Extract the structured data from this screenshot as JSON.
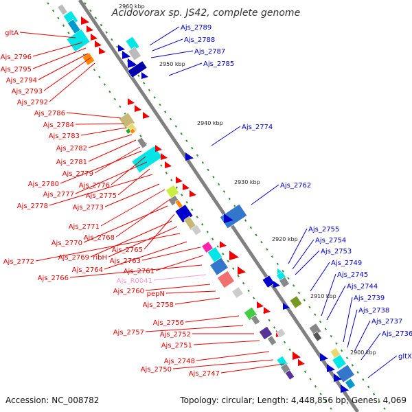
{
  "title": "Acidovorax sp. JS42, complete genome",
  "footer": {
    "accession": "Accession: NC_008782",
    "summary": "Topology: circular; Length: 4,448,856 bp; Genes: 4,069"
  },
  "colors": {
    "left_label": "#e60000",
    "right_label": "#0000cc",
    "rna_label": "#ff99cc",
    "backbone": "#808080",
    "tick": "#2e8b2e"
  },
  "scale_labels": [
    "2960 kbp",
    "2950 kbp",
    "2940 kbp",
    "2930 kbp",
    "2920 kbp",
    "2910 kbp",
    "2900 kbp"
  ],
  "left_labels": [
    "gltA",
    "Ajs_2796",
    "Ajs_2795",
    "Ajs_2794",
    "Ajs_2793",
    "Ajs_2792",
    "Ajs_2786",
    "Ajs_2784",
    "Ajs_2783",
    "Ajs_2782",
    "Ajs_2781",
    "Ajs_2779",
    "Ajs_2780",
    "Ajs_2776",
    "Ajs_2777",
    "Ajs_2775",
    "Ajs_2778",
    "Ajs_2773",
    "Ajs_2771",
    "Ajs_2768",
    "Ajs_2770",
    "Ajs_2765",
    "Ajs_2769",
    "ribH",
    "Ajs_2772",
    "Ajs_2764",
    "Ajs_2763",
    "Ajs_2761",
    "Ajs_2766",
    "Ajs_R0041",
    "Ajs_2760",
    "pepN",
    "Ajs_2758",
    "Ajs_2756",
    "Ajs_2757",
    "Ajs_2752",
    "Ajs_2751",
    "Ajs_2748",
    "Ajs_2750",
    "Ajs_2747"
  ],
  "right_labels": [
    "Ajs_2789",
    "Ajs_2788",
    "Ajs_2787",
    "Ajs_2785",
    "Ajs_2774",
    "Ajs_2762",
    "Ajs_2755",
    "Ajs_2754",
    "Ajs_2753",
    "Ajs_2749",
    "Ajs_2745",
    "Ajs_2744",
    "Ajs_2739",
    "Ajs_2738",
    "Ajs_2737",
    "Ajs_2736",
    "gltX"
  ]
}
